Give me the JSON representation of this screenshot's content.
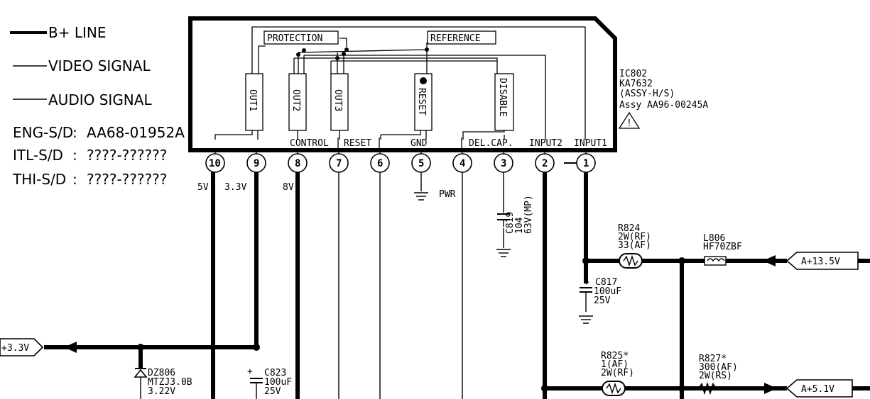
{
  "legend": {
    "b_line": "B+ LINE",
    "video_signal": "VIDEO SIGNAL",
    "audio_signal": "AUDIO SIGNAL",
    "parts": [
      {
        "name": "ENG-S/D",
        "code": "AA68-01952A"
      },
      {
        "name": "ITL-S/D",
        "code": "????-??????"
      },
      {
        "name": "THI-S/D",
        "code": "????-??????"
      }
    ]
  },
  "ic": {
    "ref": "IC802",
    "part": "KA7632",
    "sub": "(ASSY-H/S)",
    "assy": "Assy AA96-00245A",
    "warning_symbol": "!",
    "blocks": {
      "protection": "PROTECTION",
      "reference": "REFERENCE",
      "out1": "OUT1",
      "out2": "OUT2",
      "out3": "OUT3",
      "reset": "RESET",
      "disable": "DISABLE"
    },
    "pin_labels": {
      "control": "CONTROL",
      "reset": "RESET",
      "gnd": "GND",
      "del_cap": "DEL.CAP.",
      "input2": "INPUT2",
      "input1": "INPUT1"
    },
    "pins": [
      "10",
      "9",
      "8",
      "7",
      "6",
      "5",
      "4",
      "3",
      "2",
      "1"
    ]
  },
  "voltages": {
    "pin10": "5V",
    "pin9": "3.3V",
    "pin8": "8V",
    "pin4": "PWR"
  },
  "components": {
    "c819": {
      "ref": "C819",
      "value": "104",
      "rating": "63V(MP)"
    },
    "r824": {
      "ref": "R824",
      "line1": "2W(RF)",
      "line2": "33(AF)"
    },
    "l806": {
      "ref": "L806",
      "value": "HF70ZBF"
    },
    "c817": {
      "ref": "C817",
      "value": "100uF",
      "rating": "25V"
    },
    "r825": {
      "ref": "R825*",
      "line1": "1(AF)",
      "line2": "2W(RF)"
    },
    "r827": {
      "ref": "R827*",
      "line1": "300(AF)",
      "line2": "2W(RS)"
    },
    "dz806": {
      "ref": "DZ806",
      "value": "MTZJ3.0B",
      "voltage": "3.22V"
    },
    "c823": {
      "ref": "C823",
      "value": "100uF",
      "rating": "25V"
    }
  },
  "connectors": {
    "a13_5v": "A+13.5V",
    "a5_1v": "A+5.1V",
    "out3_3v": "+3.3V"
  }
}
